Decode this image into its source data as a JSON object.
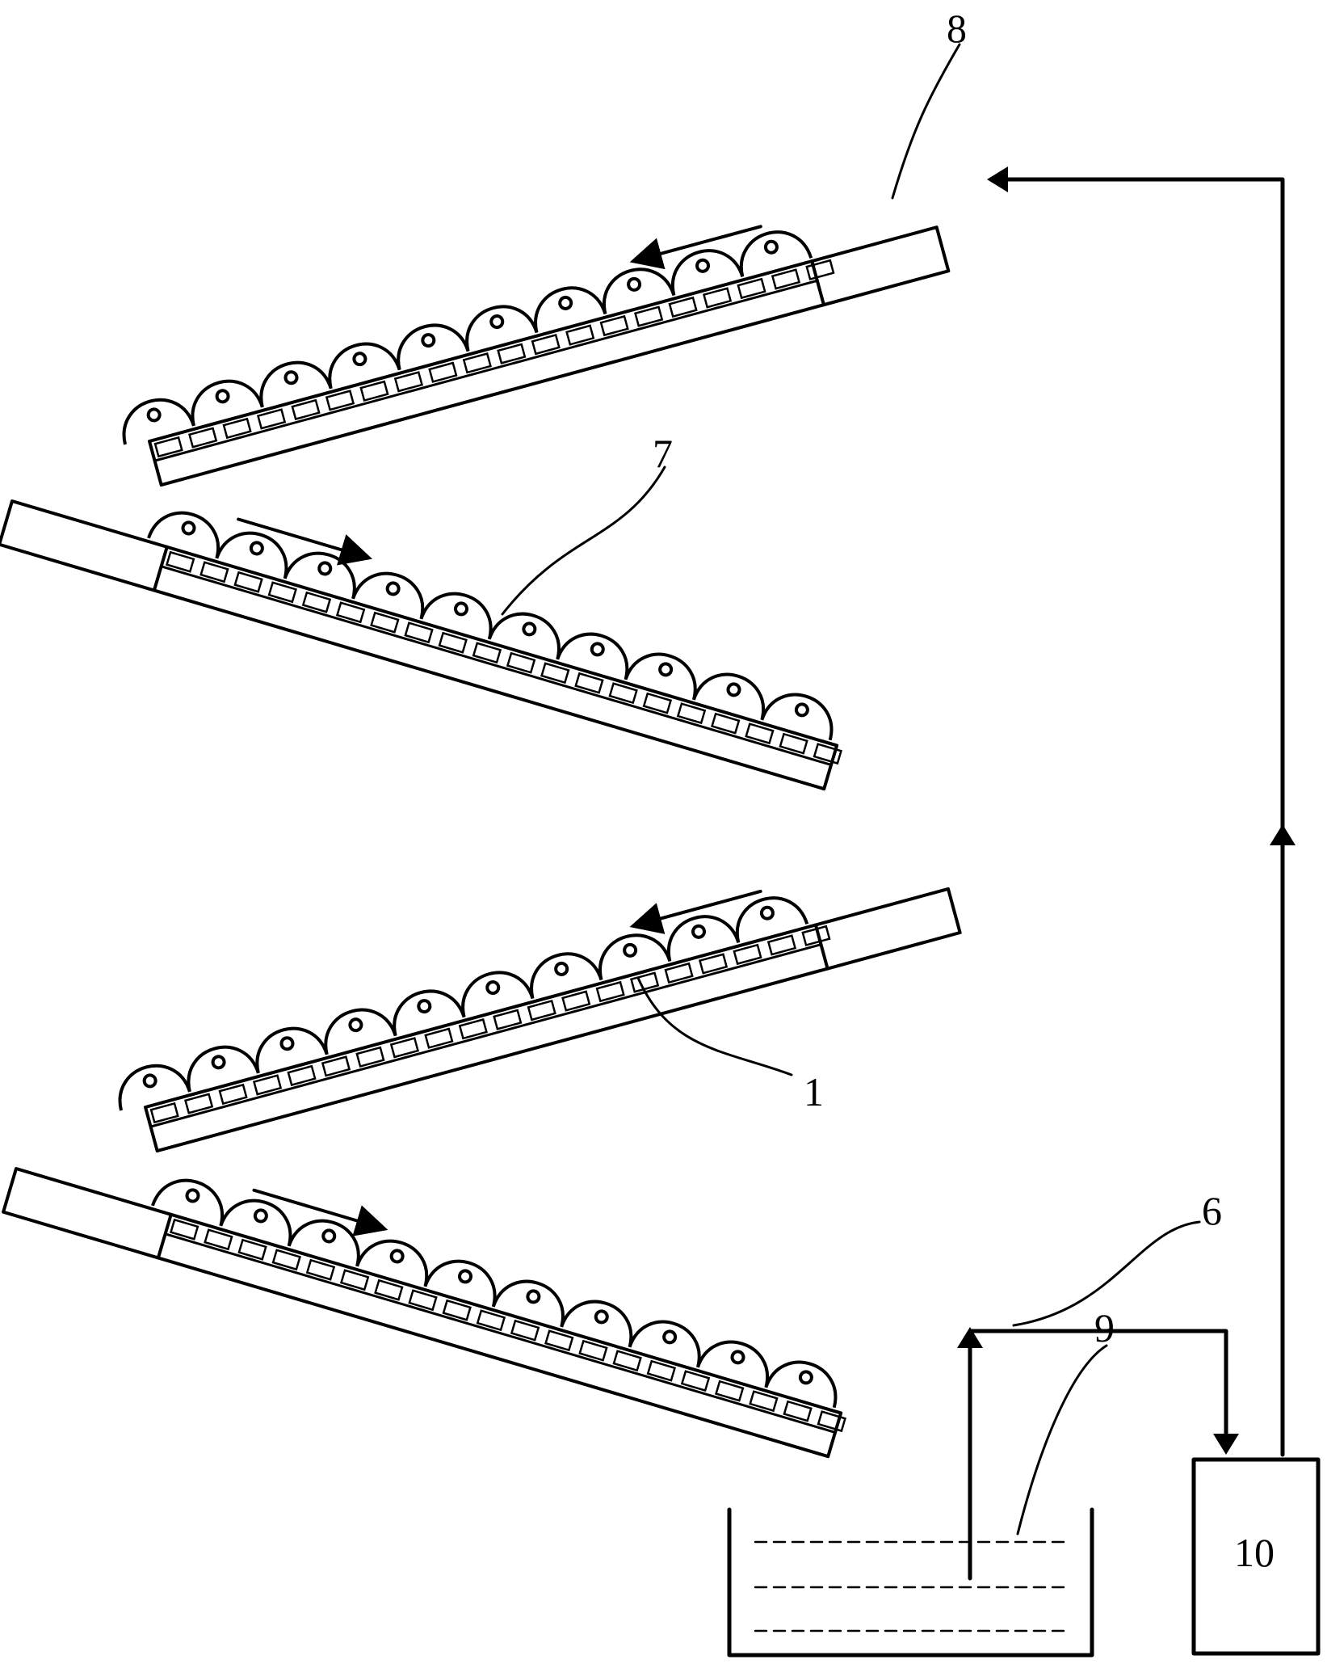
{
  "labels": {
    "part_1": "1",
    "part_6": "6",
    "part_7": "7",
    "part_8": "8",
    "part_9": "9",
    "part_10": "10"
  },
  "colors": {
    "line": "#000000",
    "background": "#ffffff"
  },
  "components": {
    "trays": [
      "tray-1",
      "tray-2",
      "tray-3",
      "tray-4"
    ],
    "flow_direction_per_tray": [
      "leftward",
      "rightward",
      "leftward",
      "rightward"
    ],
    "icons": [
      "flow-arrow-icon",
      "up-arrow-icon",
      "down-arrow-icon",
      "left-arrow-icon"
    ]
  }
}
